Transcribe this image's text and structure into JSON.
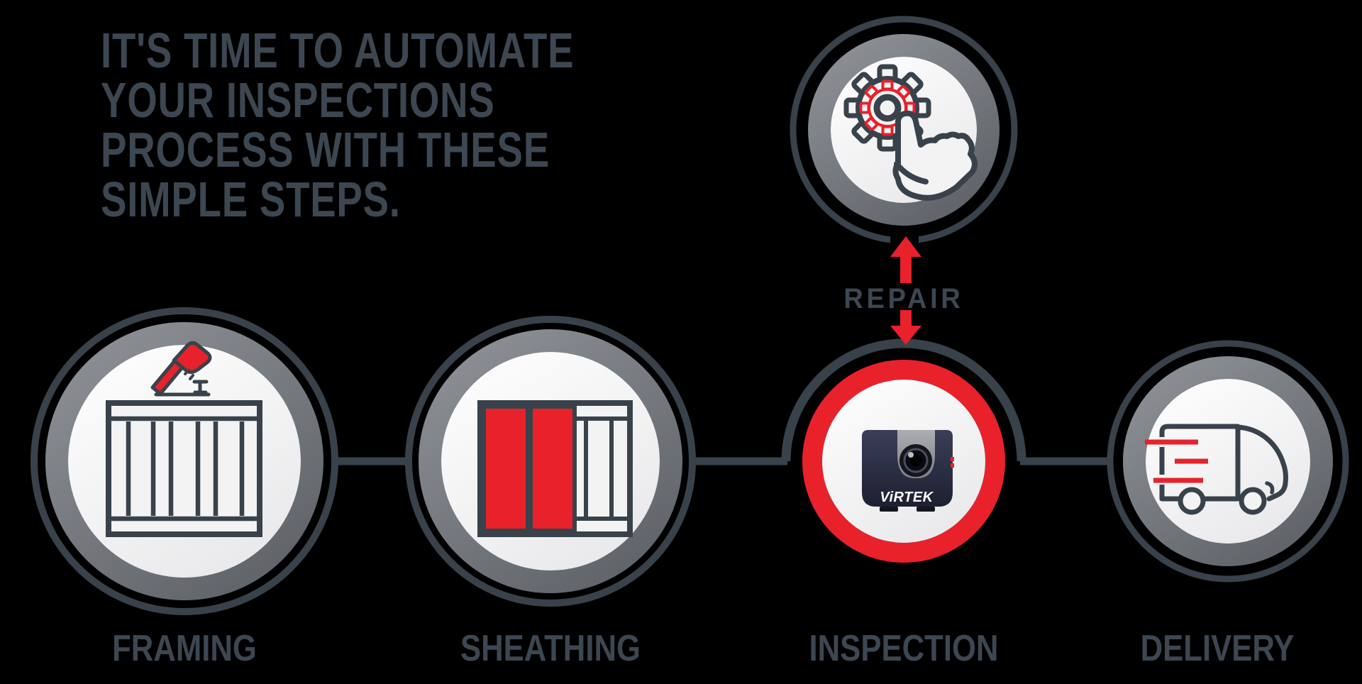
{
  "title": {
    "lines": [
      "IT'S TIME TO AUTOMATE",
      "YOUR INSPECTIONS",
      "PROCESS WITH THESE",
      "SIMPLE STEPS."
    ]
  },
  "steps": [
    {
      "id": "framing",
      "label": "FRAMING",
      "icon": "wall-frame-and-hammer-icon"
    },
    {
      "id": "sheathing",
      "label": "SHEATHING",
      "icon": "sheathed-wall-panel-icon"
    },
    {
      "id": "inspection",
      "label": "INSPECTION",
      "icon": "virtek-inspection-camera-icon",
      "camera_brand": "ViRTEK"
    },
    {
      "id": "delivery",
      "label": "DELIVERY",
      "icon": "delivery-truck-icon"
    }
  ],
  "repair": {
    "label": "REPAIR",
    "icon": "gear-hand-click-icon"
  },
  "colors": {
    "background": "#000000",
    "dark_slate": "#39424b",
    "text": "#3d4751",
    "gray_ring": "#70747a",
    "red": "#e8212b",
    "circle_fill": "#f3f3f4",
    "camera_body": "#272b40",
    "camera_band": "#9b9ca1"
  }
}
